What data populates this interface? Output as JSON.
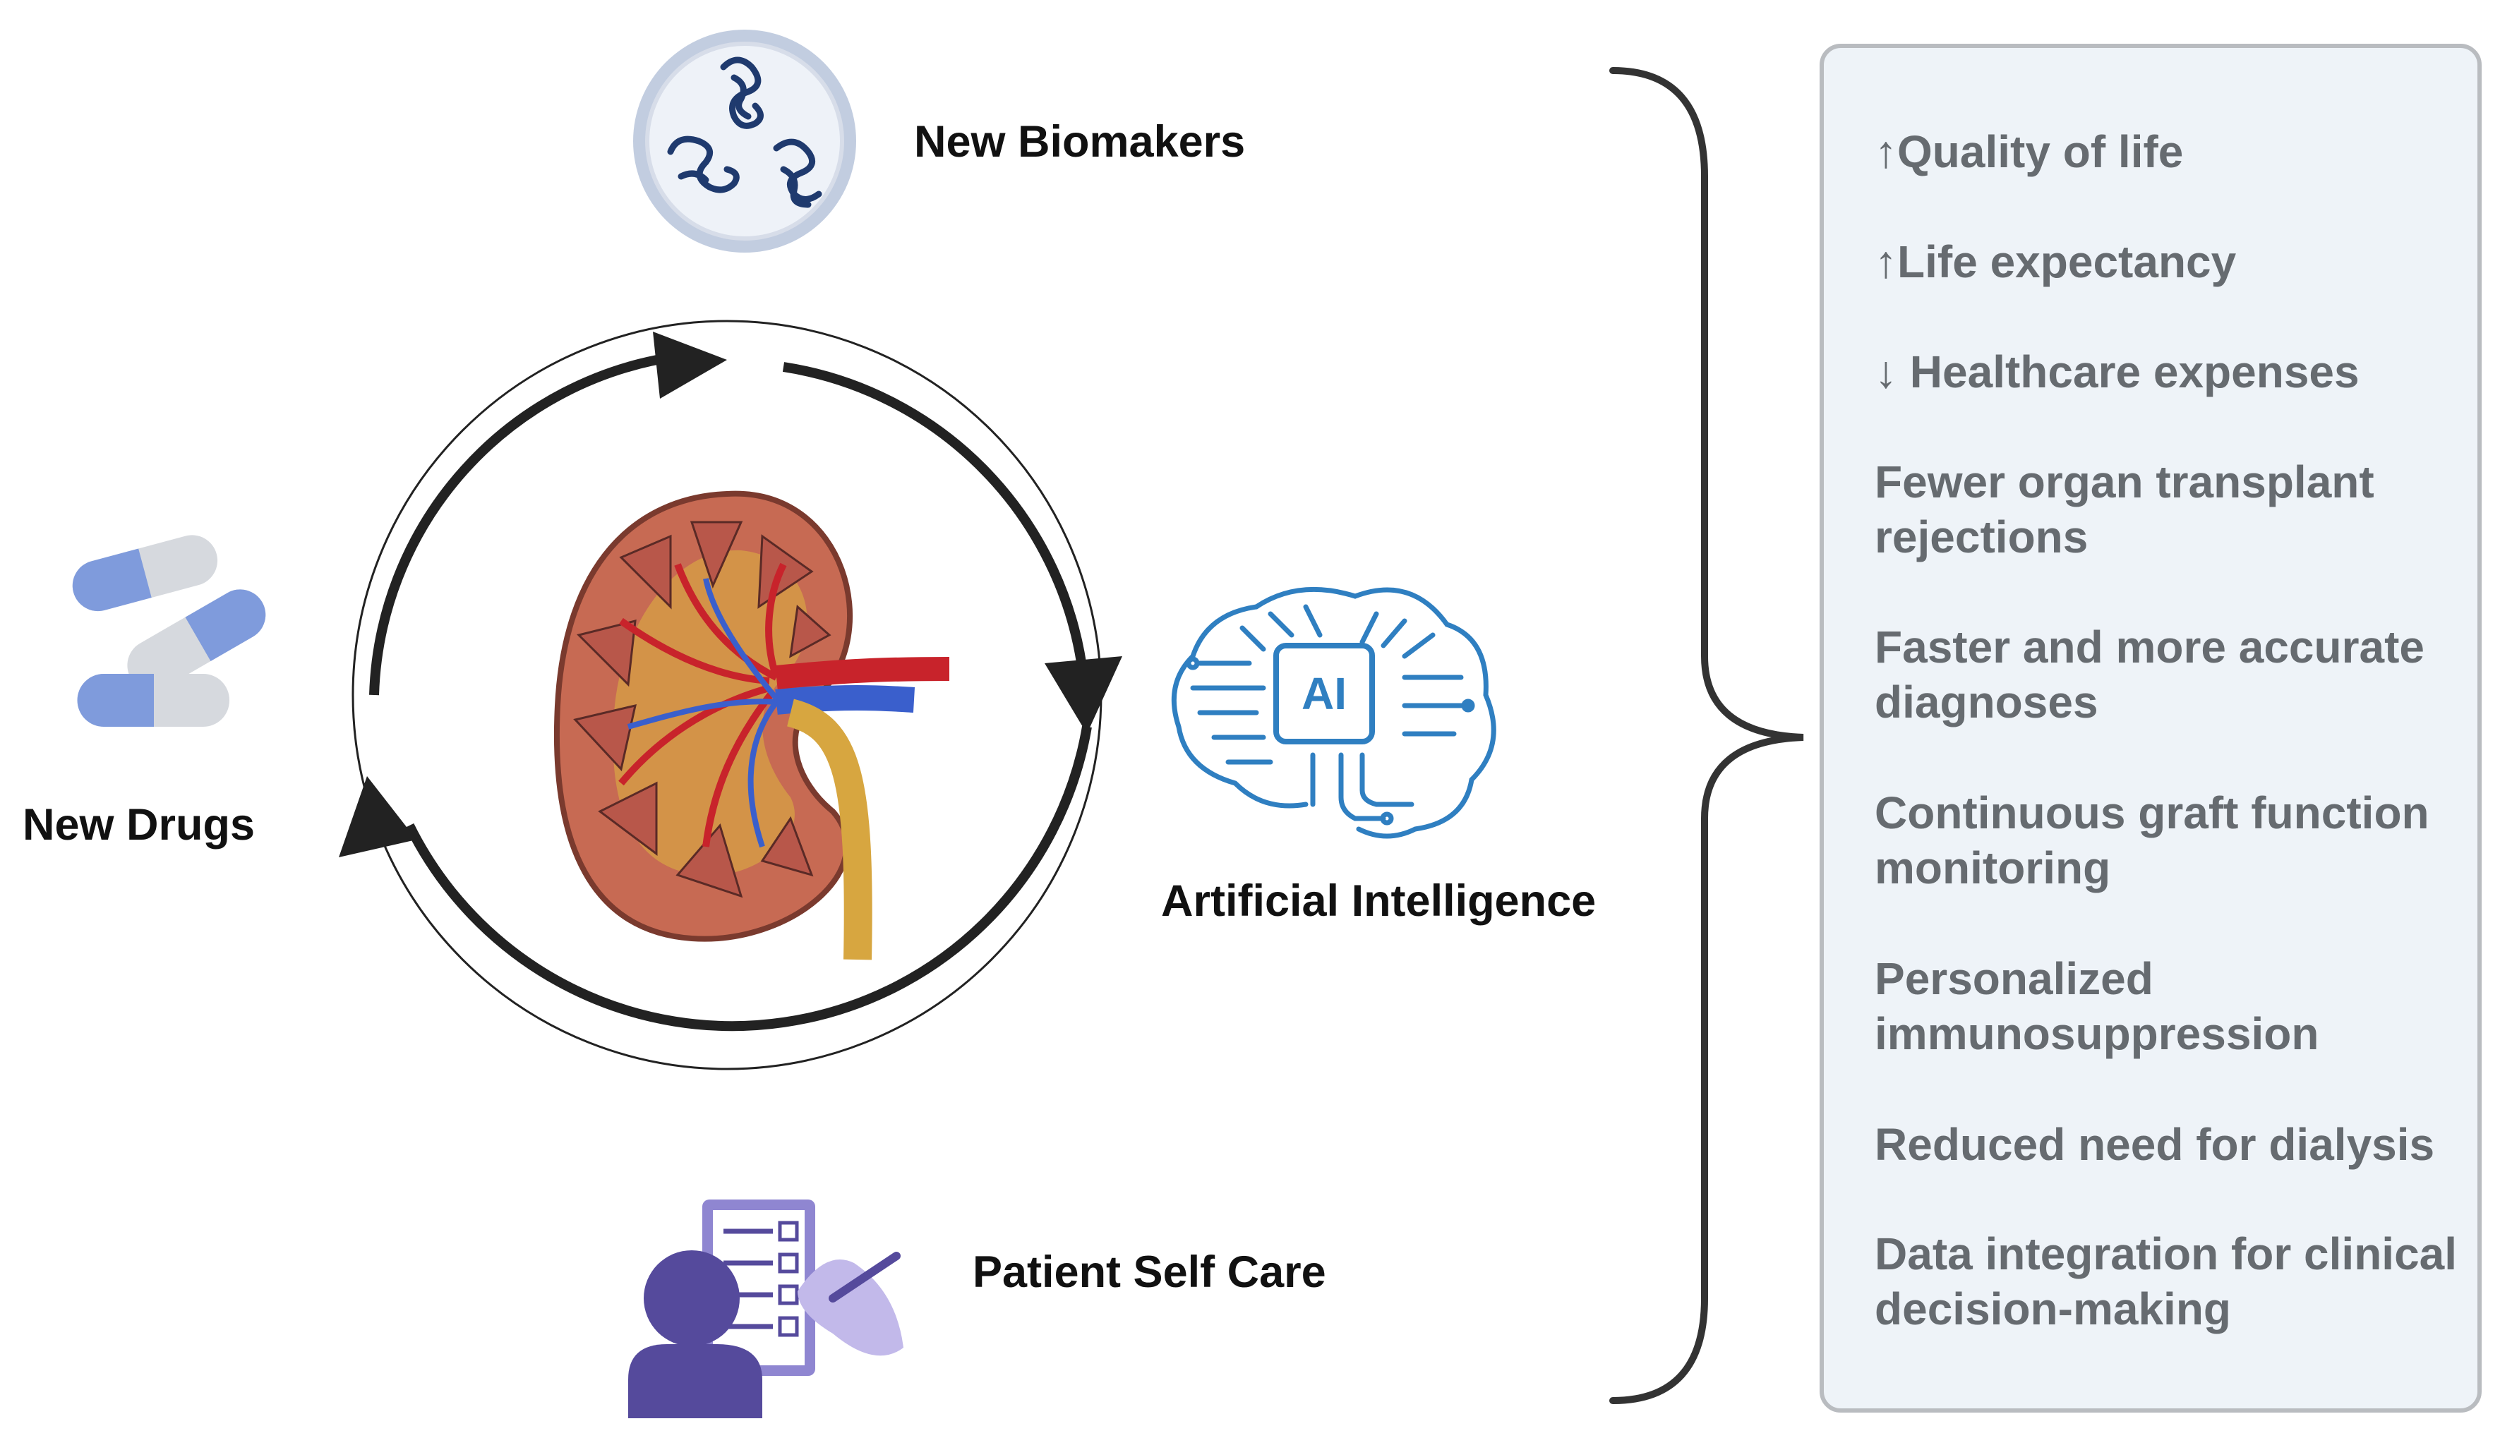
{
  "labels": {
    "biomarkers": "New Biomakers",
    "drugs": "New Drugs",
    "ai": "Artificial Intelligence",
    "ai_chip": "AI",
    "self_care": "Patient Self Care"
  },
  "benefits": [
    "↑Quality of life",
    "↑Life expectancy",
    "↓ Healthcare expenses",
    "Fewer organ transplant rejections",
    "Faster and more accurate diagnoses",
    "Continuous graft function monitoring",
    "Personalized immunosuppression",
    "Reduced need for dialysis",
    "Data integration for clinical decision-making"
  ],
  "colors": {
    "arrow": "#222222",
    "kidney_cortex": "#c76a53",
    "artery": "#c8232b",
    "vein": "#3a5fcc",
    "ureter": "#d7a640",
    "ai_blue": "#2f7fc1",
    "person_purple": "#554a9c",
    "pill_blue": "#7f9bdc",
    "panel_bg": "#eef3f8",
    "benefit_text": "#666b70"
  },
  "icons": [
    "petri-dish-icon",
    "pills-icon",
    "kidney-icon",
    "ai-brain-icon",
    "patient-checklist-icon"
  ]
}
